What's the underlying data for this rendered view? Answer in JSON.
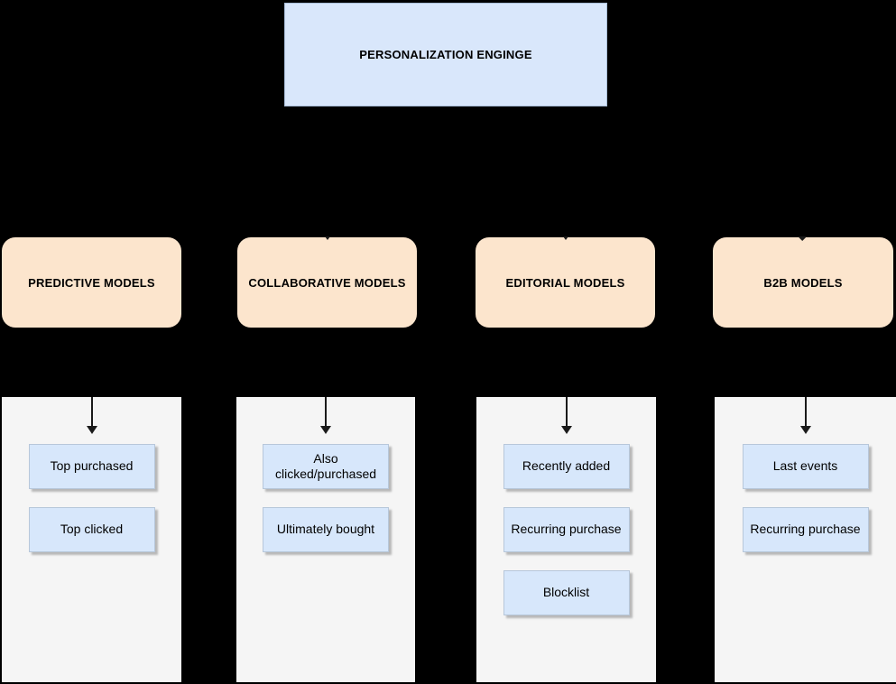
{
  "diagram": {
    "root_label": "PERSONALIZATION ENGINGE",
    "categories": [
      {
        "label": "PREDICTIVE MODELS",
        "children": [
          "Top purchased",
          "Top clicked"
        ]
      },
      {
        "label": "COLLABORATIVE MODELS",
        "children": [
          "Also clicked/purchased",
          "Ultimately bought"
        ]
      },
      {
        "label": "EDITORIAL MODELS",
        "children": [
          "Recently added",
          "Recurring purchase",
          "Blocklist"
        ]
      },
      {
        "label": "B2B MODELS",
        "children": [
          "Last events",
          "Recurring purchase"
        ]
      }
    ]
  },
  "colors": {
    "background": "#000000",
    "root_fill": "#d9e7fb",
    "root_border": "#a9bed8",
    "category_fill": "#fce5cd",
    "column_fill": "#f5f5f5",
    "child_fill": "#d7e7fb",
    "child_border": "#b7c7da",
    "arrow": "#1a1a1a",
    "text": "#000000"
  }
}
